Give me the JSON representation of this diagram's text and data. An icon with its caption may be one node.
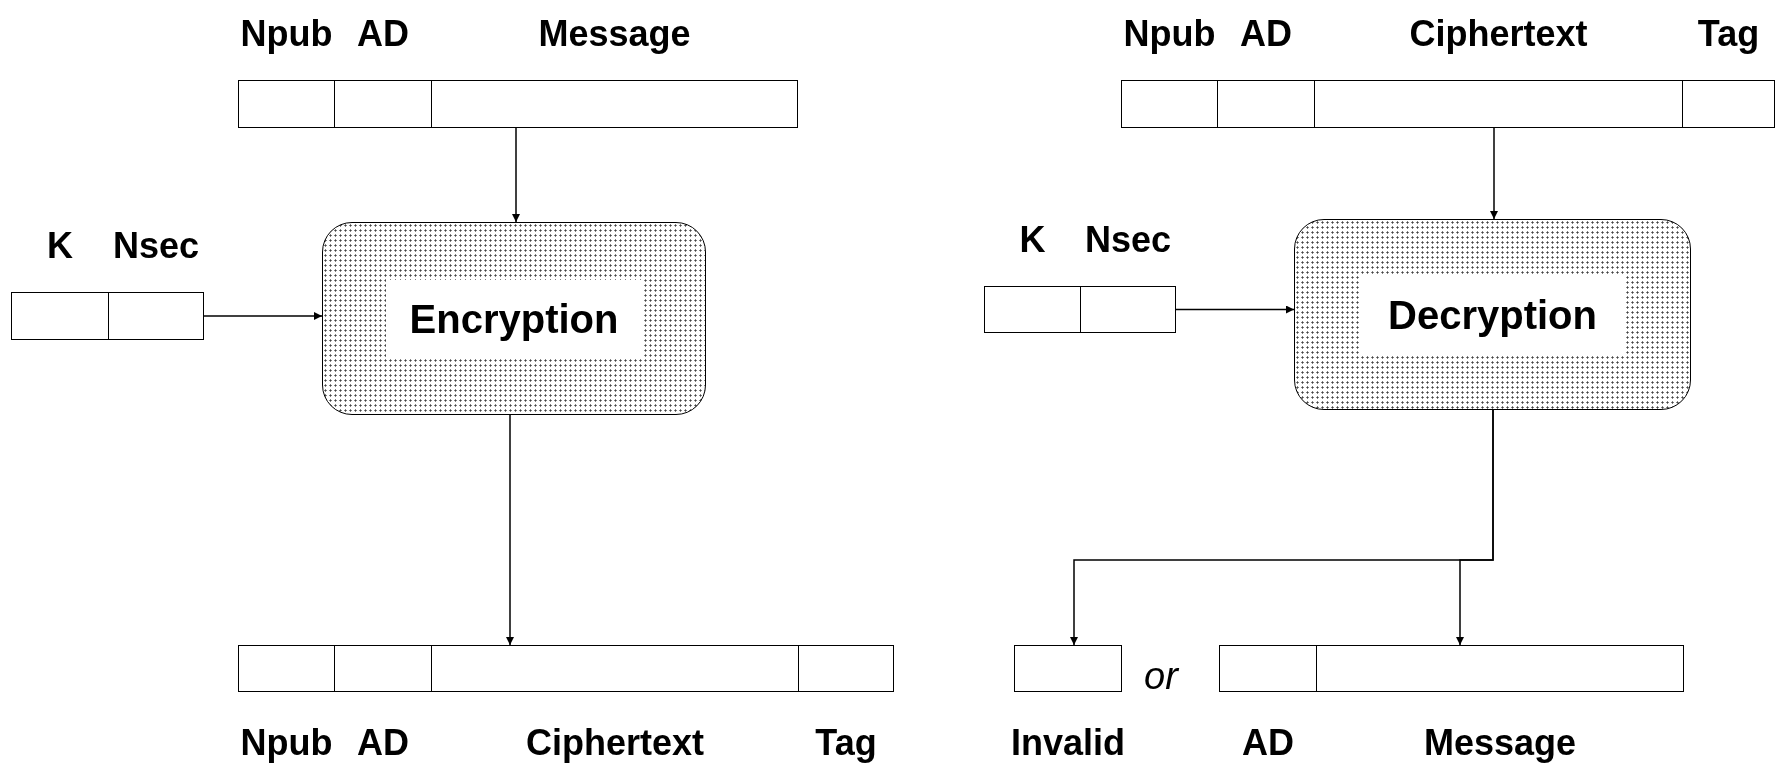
{
  "diagram": {
    "nodes": [
      {
        "text": [
          "Npub"
        ]
      },
      {
        "text": [
          "AD"
        ]
      },
      {
        "text": [
          "Message"
        ]
      },
      {
        "text": [
          "K"
        ]
      },
      {
        "text": [
          "Nsec"
        ]
      },
      {
        "text": [
          "Encryption"
        ]
      },
      {
        "text": [
          "Npub"
        ]
      },
      {
        "text": [
          "AD"
        ]
      },
      {
        "text": [
          "Ciphertext"
        ]
      },
      {
        "text": [
          "Tag"
        ]
      },
      {
        "text": [
          "Npub"
        ]
      },
      {
        "text": [
          "AD"
        ]
      },
      {
        "text": [
          "Ciphertext"
        ]
      },
      {
        "text": [
          "Tag"
        ]
      },
      {
        "text": [
          "K"
        ]
      },
      {
        "text": [
          "Nsec"
        ]
      },
      {
        "text": [
          "Decryption"
        ]
      },
      {
        "text": [
          "Invalid"
        ]
      },
      {
        "text": [
          "AD"
        ]
      },
      {
        "text": [
          "Message"
        ]
      }
    ],
    "edges": [
      {
        "from": 2,
        "to": 5,
        "arrow": "to"
      },
      {
        "from": 4,
        "to": 5,
        "arrow": "to"
      },
      {
        "from": 5,
        "to": 8,
        "arrow": "to"
      },
      {
        "from": 12,
        "to": 16,
        "arrow": "to"
      },
      {
        "from": 15,
        "to": 16,
        "arrow": "to"
      },
      {
        "from": 16,
        "to": 17,
        "arrow": "to"
      },
      {
        "from": 16,
        "to": 19,
        "arrow": "to"
      }
    ],
    "labels": [
      "or"
    ]
  }
}
